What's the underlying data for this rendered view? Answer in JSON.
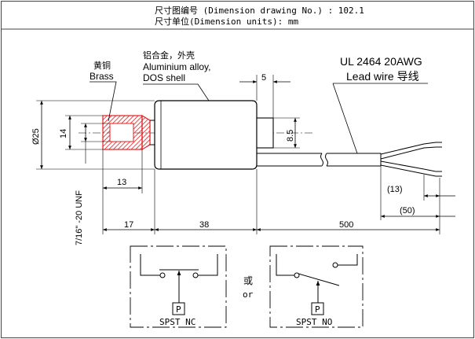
{
  "header": {
    "line1": "尺寸图编号 (Dimension drawing No.) : 102.1",
    "line2": "尺寸单位(Dimension units): mm"
  },
  "callouts": {
    "brass_cn": "黄铜",
    "brass_en": "Brass",
    "shell_cn": "铝合金，外壳",
    "shell_en1": "Aluminium alloy,",
    "shell_en2": "DOS shell",
    "wire_spec": "UL 2464 20AWG",
    "wire_desc": "Lead wire 导线"
  },
  "dimensions": {
    "d25": "Ø25",
    "d14": "14",
    "d5": "5",
    "d85": "8.5",
    "d13_thread": "13",
    "thread": "7/16\" -20 UNF",
    "d13_paren": "(13)",
    "d50_paren": "(50)",
    "d17": "17",
    "d38": "38",
    "d500": "500"
  },
  "switches": {
    "or_cn": "或",
    "or_en": "or",
    "nc_p": "P",
    "nc_label": "SPST NC",
    "no_p": "P",
    "no_label": "SPST NO"
  },
  "colors": {
    "line": "#000000",
    "brass_hatch": "#e02020",
    "header_line": "#444444"
  }
}
